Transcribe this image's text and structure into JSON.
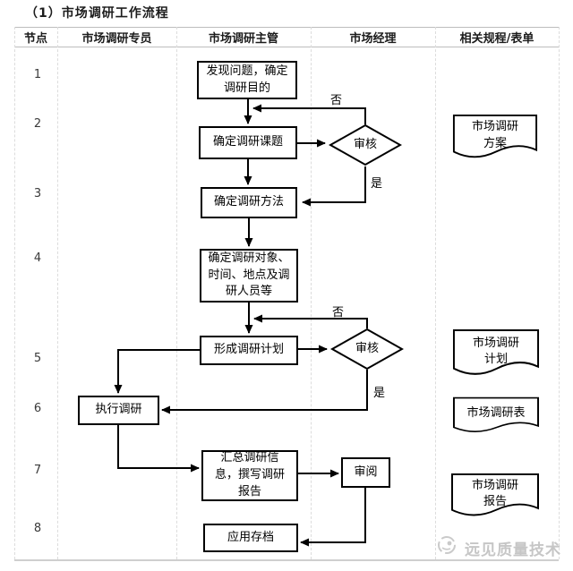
{
  "title": "（1）市场调研工作流程",
  "table": {
    "headers": [
      "节点",
      "市场调研专员",
      "市场调研主管",
      "市场经理",
      "相关规程/表单"
    ],
    "node_numbers": [
      "1",
      "2",
      "3",
      "4",
      "5",
      "6",
      "7",
      "8"
    ]
  },
  "flowchart": {
    "steps": {
      "step1": [
        "发现问题，确定",
        "调研目的"
      ],
      "step2": "确定调研课题",
      "step3": "确定调研方法",
      "step4": [
        "确定调研对象、",
        "时间、地点及调",
        "研人员等"
      ],
      "step5": "形成调研计划",
      "step6": "执行调研",
      "step7": [
        "汇总调研信",
        "息，撰写调研",
        "报告"
      ],
      "step8": "应用存档"
    },
    "decisions": {
      "review1": "审核",
      "review2": "审核"
    },
    "review_box": "审阅",
    "branch_labels": {
      "no1": "否",
      "yes1": "是",
      "no2": "否",
      "yes2": "是"
    },
    "documents": {
      "doc1": [
        "市场调研",
        "方案"
      ],
      "doc2": [
        "市场调研",
        "计划"
      ],
      "doc3": "市场调研表",
      "doc4": [
        "市场调研",
        "报告"
      ]
    }
  },
  "watermark": "远见质量技术"
}
